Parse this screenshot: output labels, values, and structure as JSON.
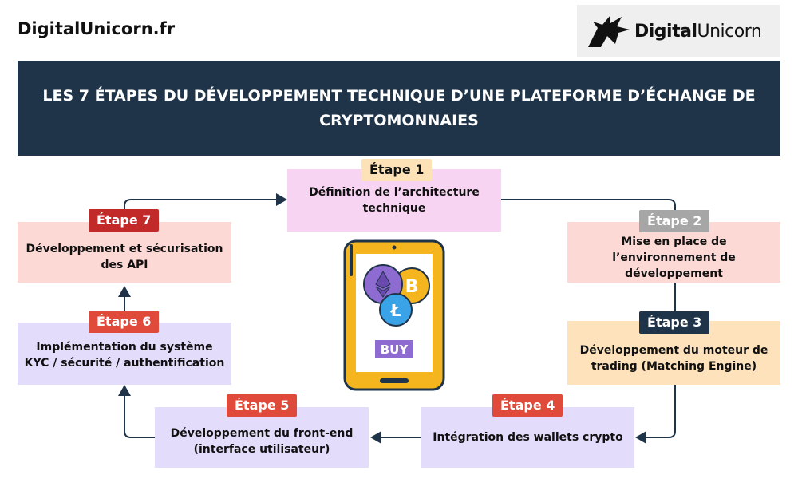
{
  "header": {
    "site_name": "DigitalUnicorn.fr",
    "logo_text_bold": "Digital",
    "logo_text_regular": "Unicorn",
    "title": "LES 7 ÉTAPES DU DÉVELOPPEMENT TECHNIQUE D’UNE PLATEFORME D’ÉCHANGE DE CRYPTOMONNAIES"
  },
  "steps": [
    {
      "tag": "Étape 1",
      "label": "Définition de l’architecture technique",
      "box_color": "#f7d4f2",
      "tag_color": "#fce2b6"
    },
    {
      "tag": "Étape 2",
      "label": "Mise en place de l’environnement de développement",
      "box_color": "#fdd9d6",
      "tag_color": "#a6a6a6"
    },
    {
      "tag": "Étape 3",
      "label": "Développement du moteur de trading (Matching Engine)",
      "box_color": "#fde2bc",
      "tag_color": "#1f3349"
    },
    {
      "tag": "Étape 4",
      "label": "Intégration des wallets crypto",
      "box_color": "#e3dcfb",
      "tag_color": "#e04a3a"
    },
    {
      "tag": "Étape 5",
      "label": "Développement du front-end (interface utilisateur)",
      "box_color": "#e3dcfb",
      "tag_color": "#e04a3a"
    },
    {
      "tag": "Étape 6",
      "label": "Implémentation du système KYC / sécurité / authentification",
      "box_color": "#e3dcfb",
      "tag_color": "#e04a3a"
    },
    {
      "tag": "Étape 7",
      "label": "Développement et sécurisation des API",
      "box_color": "#fdd9d6",
      "tag_color": "#c22a2a"
    }
  ],
  "phone": {
    "buy_label": "BUY"
  },
  "colors": {
    "banner": "#1f3349",
    "arrow": "#1f3349",
    "phone_frame": "#f5b51e",
    "buy_button": "#8e6bd0"
  }
}
